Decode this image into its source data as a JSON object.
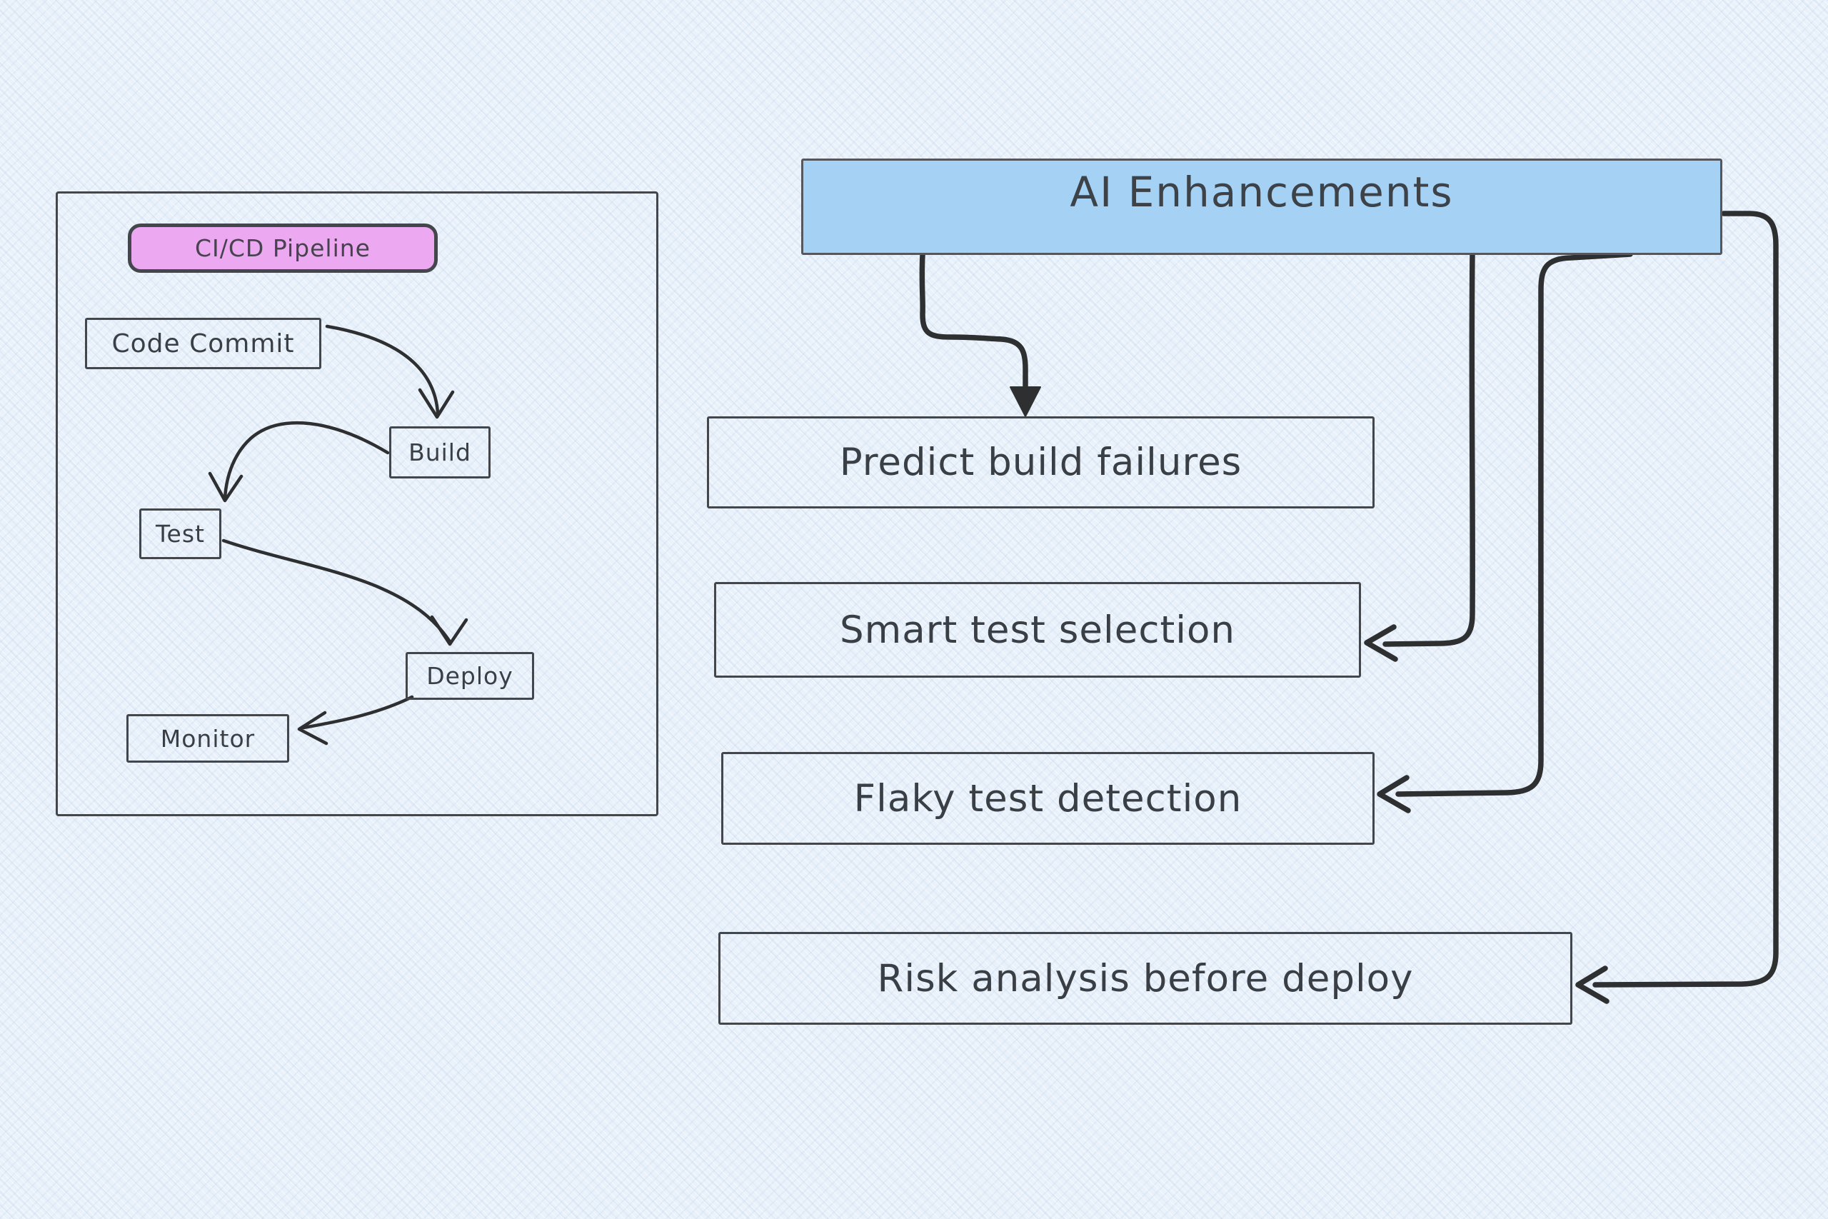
{
  "diagram": {
    "pipeline": {
      "label": "CI/CD Pipeline",
      "nodes": {
        "code_commit": "Code Commit",
        "build": "Build",
        "test": "Test",
        "deploy": "Deploy",
        "monitor": "Monitor"
      }
    },
    "ai": {
      "title": "AI Enhancements",
      "items": {
        "predict": "Predict build failures",
        "smart": "Smart test selection",
        "flaky": "Flaky test detection",
        "risk": "Risk analysis before deploy"
      }
    },
    "edges": [
      {
        "from": "Code Commit",
        "to": "Build"
      },
      {
        "from": "Build",
        "to": "Test"
      },
      {
        "from": "Test",
        "to": "Deploy"
      },
      {
        "from": "Deploy",
        "to": "Monitor"
      },
      {
        "from": "AI Enhancements",
        "to": "Predict build failures"
      },
      {
        "from": "AI Enhancements",
        "to": "Smart test selection"
      },
      {
        "from": "AI Enhancements",
        "to": "Flaky test detection"
      },
      {
        "from": "AI Enhancements",
        "to": "Risk analysis before deploy"
      }
    ],
    "colors": {
      "background": "#e9f1fa",
      "pipeline_label_fill": "#eca9f1",
      "ai_title_fill": "#a5d2f4",
      "stroke": "#2e2f31",
      "box_border": "#43474c",
      "text": "#3a3f46"
    }
  }
}
